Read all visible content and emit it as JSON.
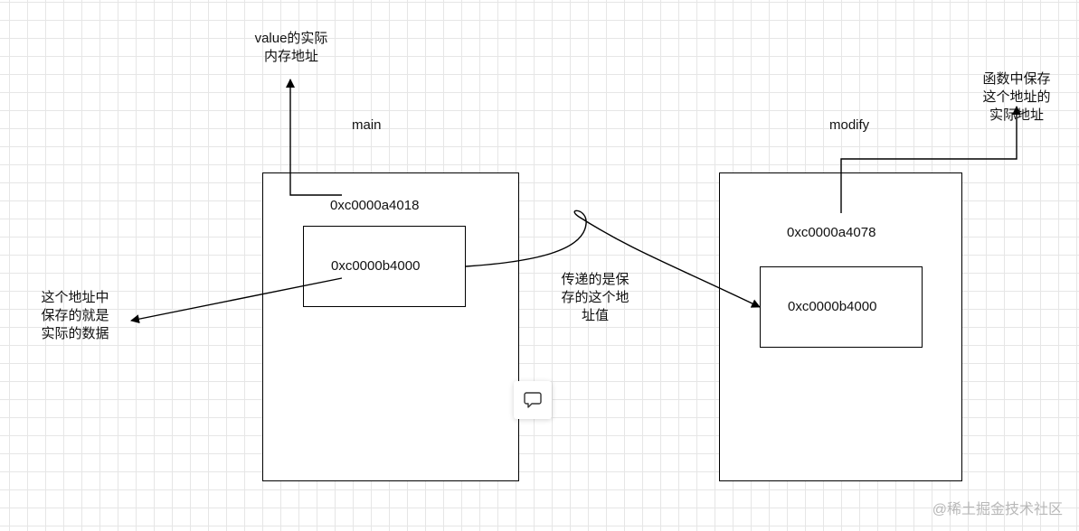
{
  "main": {
    "title": "main",
    "outer_address": "0xc0000a4018",
    "inner_value": "0xc0000b4000"
  },
  "modify": {
    "title": "modify",
    "outer_address": "0xc0000a4078",
    "inner_value": "0xc0000b4000"
  },
  "notes": {
    "value_address": "value的实际内存地址",
    "func_saved_address": "函数中保存这个地址的实际地址",
    "actual_data": "这个地址中保存的就是实际的数据",
    "pass_value": "传递的是保存的这个地址值"
  },
  "watermark": "@稀土掘金技术社区",
  "icons": {
    "comment": "comment-icon"
  },
  "colors": {
    "line": "#000000",
    "grid": "#e6e6e6",
    "watermark": "#b8b8b8"
  }
}
